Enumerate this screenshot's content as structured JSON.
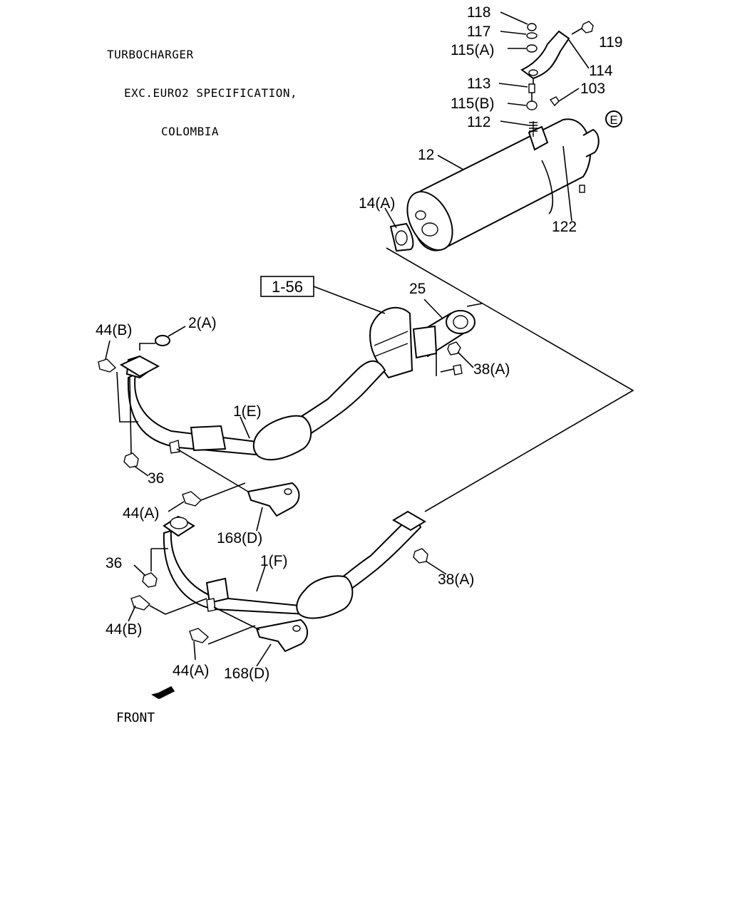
{
  "header": {
    "line1": "TURBOCHARGER",
    "line2": "EXC.EURO2 SPECIFICATION,",
    "line3": "COLOMBIA"
  },
  "front_label": "FRONT",
  "reference_box": "1-56",
  "circle_label": "E",
  "callouts": {
    "c118": "118",
    "c117": "117",
    "c115a": "115(A)",
    "c119": "119",
    "c114": "114",
    "c113": "113",
    "c103": "103",
    "c115b": "115(B)",
    "c112": "112",
    "c12": "12",
    "c14a": "14(A)",
    "c122": "122",
    "c25": "25",
    "c44b_top": "44(B)",
    "c2a": "2(A)",
    "c38a_top": "38(A)",
    "c1e": "1(E)",
    "c36_top": "36",
    "c44a_mid": "44(A)",
    "c168d_mid": "168(D)",
    "c36_bot": "36",
    "c1f": "1(F)",
    "c38a_bot": "38(A)",
    "c44b_bot": "44(B)",
    "c44a_bot": "44(A)",
    "c168d_bot": "168(D)"
  }
}
